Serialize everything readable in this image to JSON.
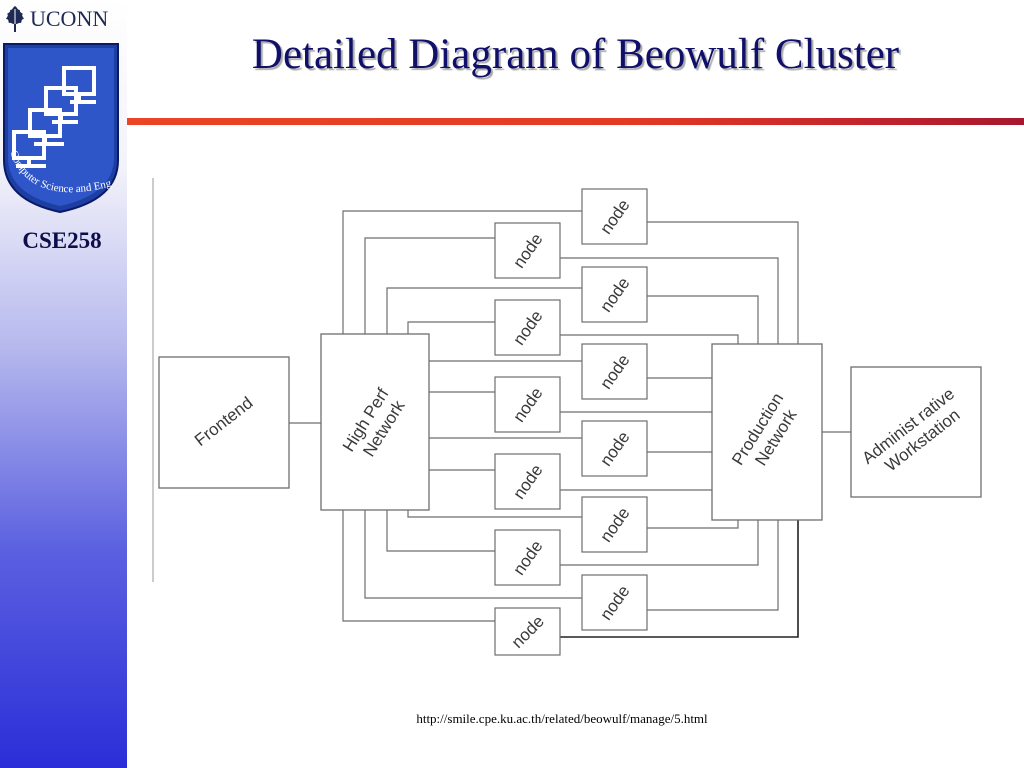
{
  "brand": {
    "name": "UCONN",
    "logo_icon": "oak-leaf-icon"
  },
  "logo": {
    "icon": "computer-network-shield-icon",
    "text": "Computer Science and Engineering"
  },
  "course": {
    "code": "CSE258"
  },
  "slide": {
    "title": "Detailed Diagram of Beowulf Cluster"
  },
  "diagram": {
    "nodes": [
      {
        "id": "frontend",
        "label_lines": [
          "Frontend"
        ]
      },
      {
        "id": "high-perf-network",
        "label_lines": [
          "High Perf",
          "Network"
        ]
      },
      {
        "id": "production-network",
        "label_lines": [
          "Production",
          "Network"
        ]
      },
      {
        "id": "admin-workstation",
        "label_lines": [
          "Administ rative",
          "Workstation"
        ]
      },
      {
        "id": "compute-node",
        "label": "node",
        "count": 12
      }
    ],
    "edges": [
      {
        "from": "frontend",
        "to": "high-perf-network"
      },
      {
        "from": "high-perf-network",
        "to": "compute-node"
      },
      {
        "from": "compute-node",
        "to": "production-network"
      },
      {
        "from": "production-network",
        "to": "admin-workstation"
      }
    ]
  },
  "source": {
    "url": "http://smile.cpe.ku.ac.th/related/beowulf/manage/5.html"
  }
}
